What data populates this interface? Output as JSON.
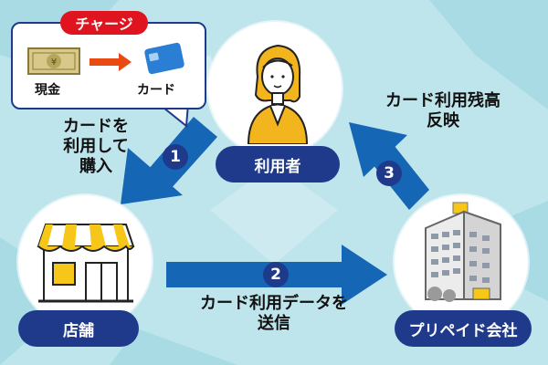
{
  "nodes": {
    "user": "利用者",
    "store": "店舗",
    "company": "プリペイド会社"
  },
  "bubble": {
    "badge": "チャージ",
    "cash": "現金",
    "card": "カード"
  },
  "steps": {
    "step1": {
      "num": "1",
      "line1": "カードを",
      "line2": "利用して",
      "line3": "購入"
    },
    "step2": {
      "num": "2",
      "line1": "カード利用データを",
      "line2": "送信"
    },
    "step3": {
      "num": "3",
      "line1": "カード利用残高",
      "line2": "反映"
    }
  },
  "colors": {
    "background": "#bfe5ec",
    "navy": "#1f3a8a",
    "arrow": "#1666b6",
    "badge_red": "#e0141e",
    "awning_yellow": "#f6c619"
  },
  "icons": {
    "user": "person-icon",
    "store": "store-icon",
    "company": "office-building-icon",
    "cash": "banknote-icon",
    "card": "card-icon"
  }
}
